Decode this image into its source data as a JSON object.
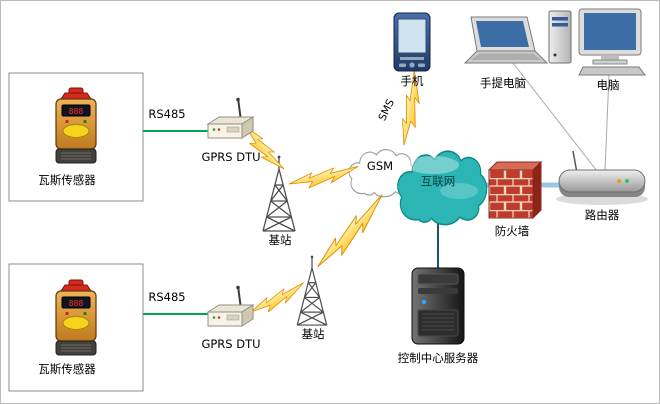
{
  "diagram": {
    "sensor1": {
      "label": "瓦斯传感器"
    },
    "sensor2": {
      "label": "瓦斯传感器"
    },
    "rs485_1": {
      "label": "RS485"
    },
    "rs485_2": {
      "label": "RS485"
    },
    "dtu1": {
      "label": "GPRS DTU"
    },
    "dtu2": {
      "label": "GPRS DTU"
    },
    "station1": {
      "label": "基站"
    },
    "station2": {
      "label": "基站"
    },
    "gsm": {
      "label": "GSM"
    },
    "internet": {
      "label": "互联网"
    },
    "sms": {
      "label": "SMS"
    },
    "phone": {
      "label": "手机"
    },
    "laptop": {
      "label": "手提电脑"
    },
    "desktop": {
      "label": "电脑"
    },
    "firewall": {
      "label": "防火墙"
    },
    "router": {
      "label": "路由器"
    },
    "server": {
      "label": "控制中心服务器"
    },
    "sensor_display": {
      "value": "888"
    }
  },
  "colors": {
    "rs485_line": "#00a651",
    "lightning": "#ffc527",
    "gsm_cloud_fill": "#ffffff",
    "internet_cloud_fill": "#2cb5b5",
    "firewall_brick": "#c23b2a",
    "backbone_line": "#9dc3e6",
    "server_link_line": "#14586b"
  }
}
